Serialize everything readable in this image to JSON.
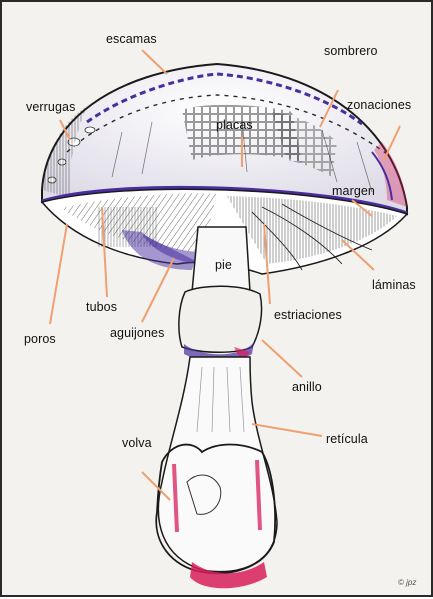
{
  "labels": {
    "escamas": "escamas",
    "sombrero": "sombrero",
    "verrugas": "verrugas",
    "zonaciones": "zonaciones",
    "placas": "placas",
    "margen": "margen",
    "pie": "pie",
    "laminas": "láminas",
    "tubos": "tubos",
    "poros": "poros",
    "aguijones": "aguijones",
    "estriaciones": "estriaciones",
    "anillo": "anillo",
    "reticula": "retícula",
    "volva": "volva"
  },
  "signature": "© jpz",
  "colors": {
    "arrow": "#f0a070",
    "ink": "#1a1a1a",
    "violet": "#4a2e9e",
    "magenta": "#d81e5b",
    "paper": "#f4f2ef"
  }
}
